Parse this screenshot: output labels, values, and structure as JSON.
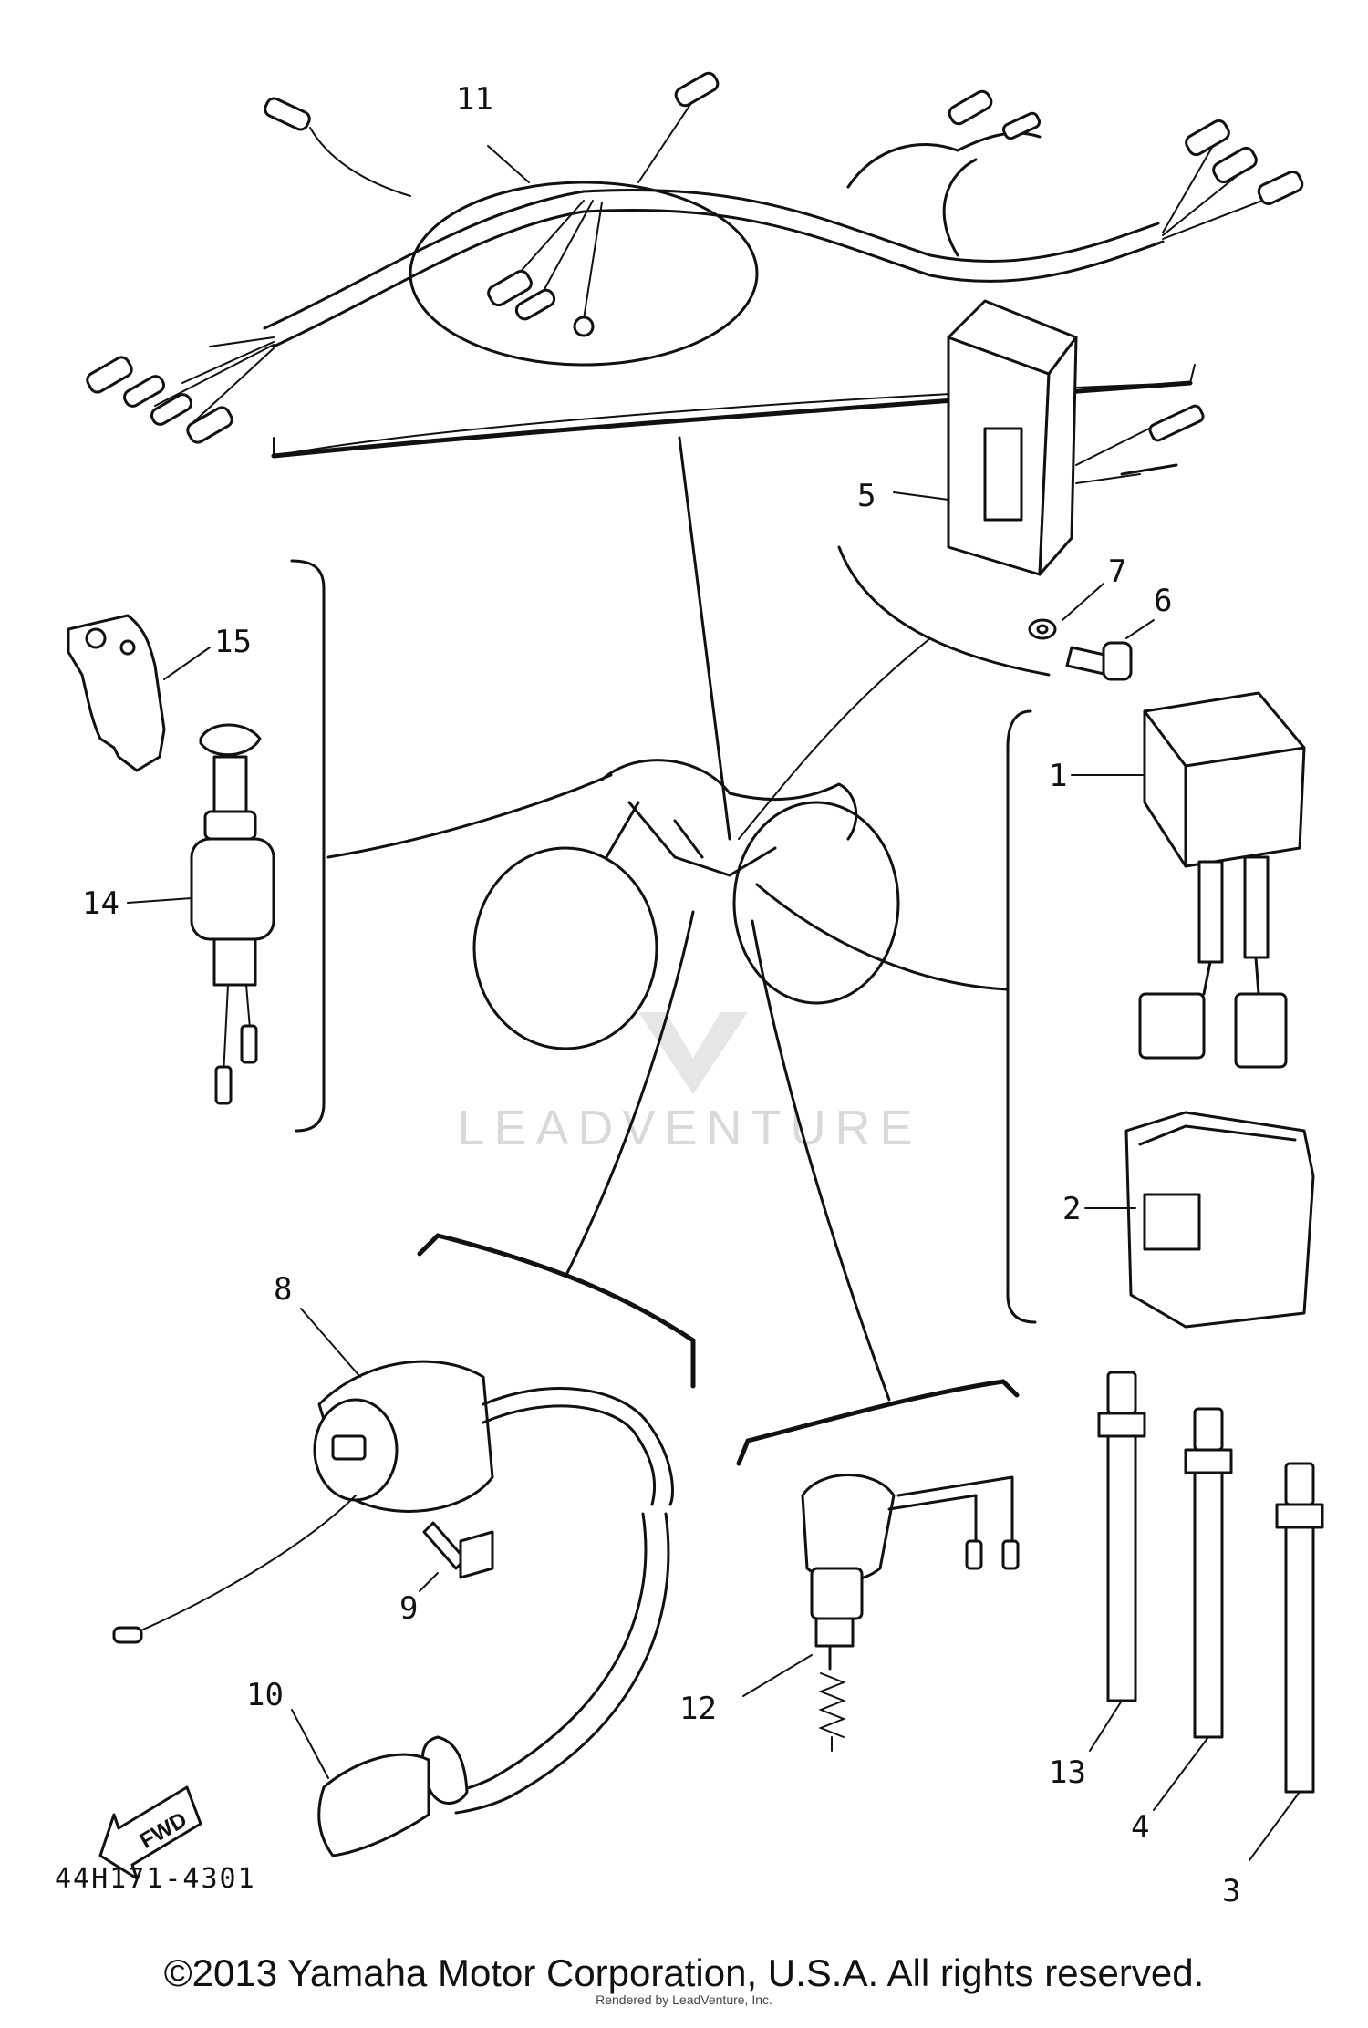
{
  "callouts": {
    "p1": "1",
    "p2": "2",
    "p3": "3",
    "p4": "4",
    "p5": "5",
    "p6": "6",
    "p7": "7",
    "p8": "8",
    "p9": "9",
    "p10": "10",
    "p11": "11",
    "p12": "12",
    "p13": "13",
    "p14": "14",
    "p15": "15"
  },
  "diagram_code": "44H171-4301",
  "fwd_label": "FWD",
  "watermark": "LEADVENTURE",
  "copyright": "©2013 Yamaha Motor Corporation, U.S.A. All rights reserved.",
  "rendered_by": "Rendered by LeadVenture, Inc."
}
